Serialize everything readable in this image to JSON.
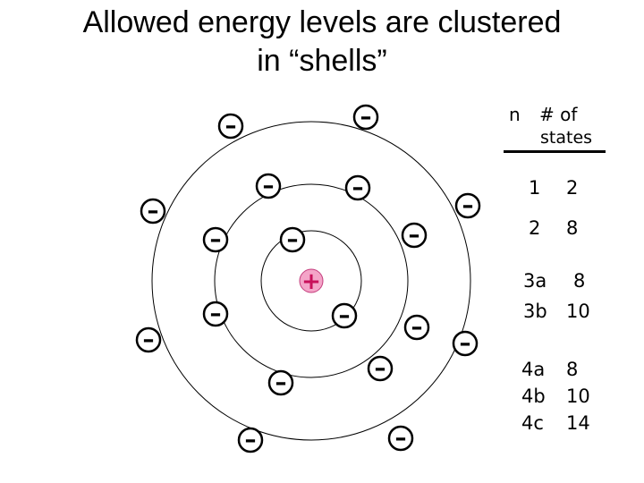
{
  "title": {
    "line1": "Allowed energy levels are clustered",
    "line2": "in “shells”"
  },
  "nucleus": {
    "symbol": "+",
    "color": "#f4a4c8"
  },
  "electron_symbol": "–",
  "table": {
    "header": {
      "n": "n",
      "count": "# of",
      "states": "states"
    },
    "rows": [
      {
        "n": "1",
        "count": "2"
      },
      {
        "n": "2",
        "count": "8"
      },
      {
        "n": "3a",
        "count": "8"
      },
      {
        "n": "3b",
        "count": "10"
      },
      {
        "n": "4a",
        "count": "8"
      },
      {
        "n": "4b",
        "count": "10"
      },
      {
        "n": "4c",
        "count": "14"
      }
    ]
  }
}
